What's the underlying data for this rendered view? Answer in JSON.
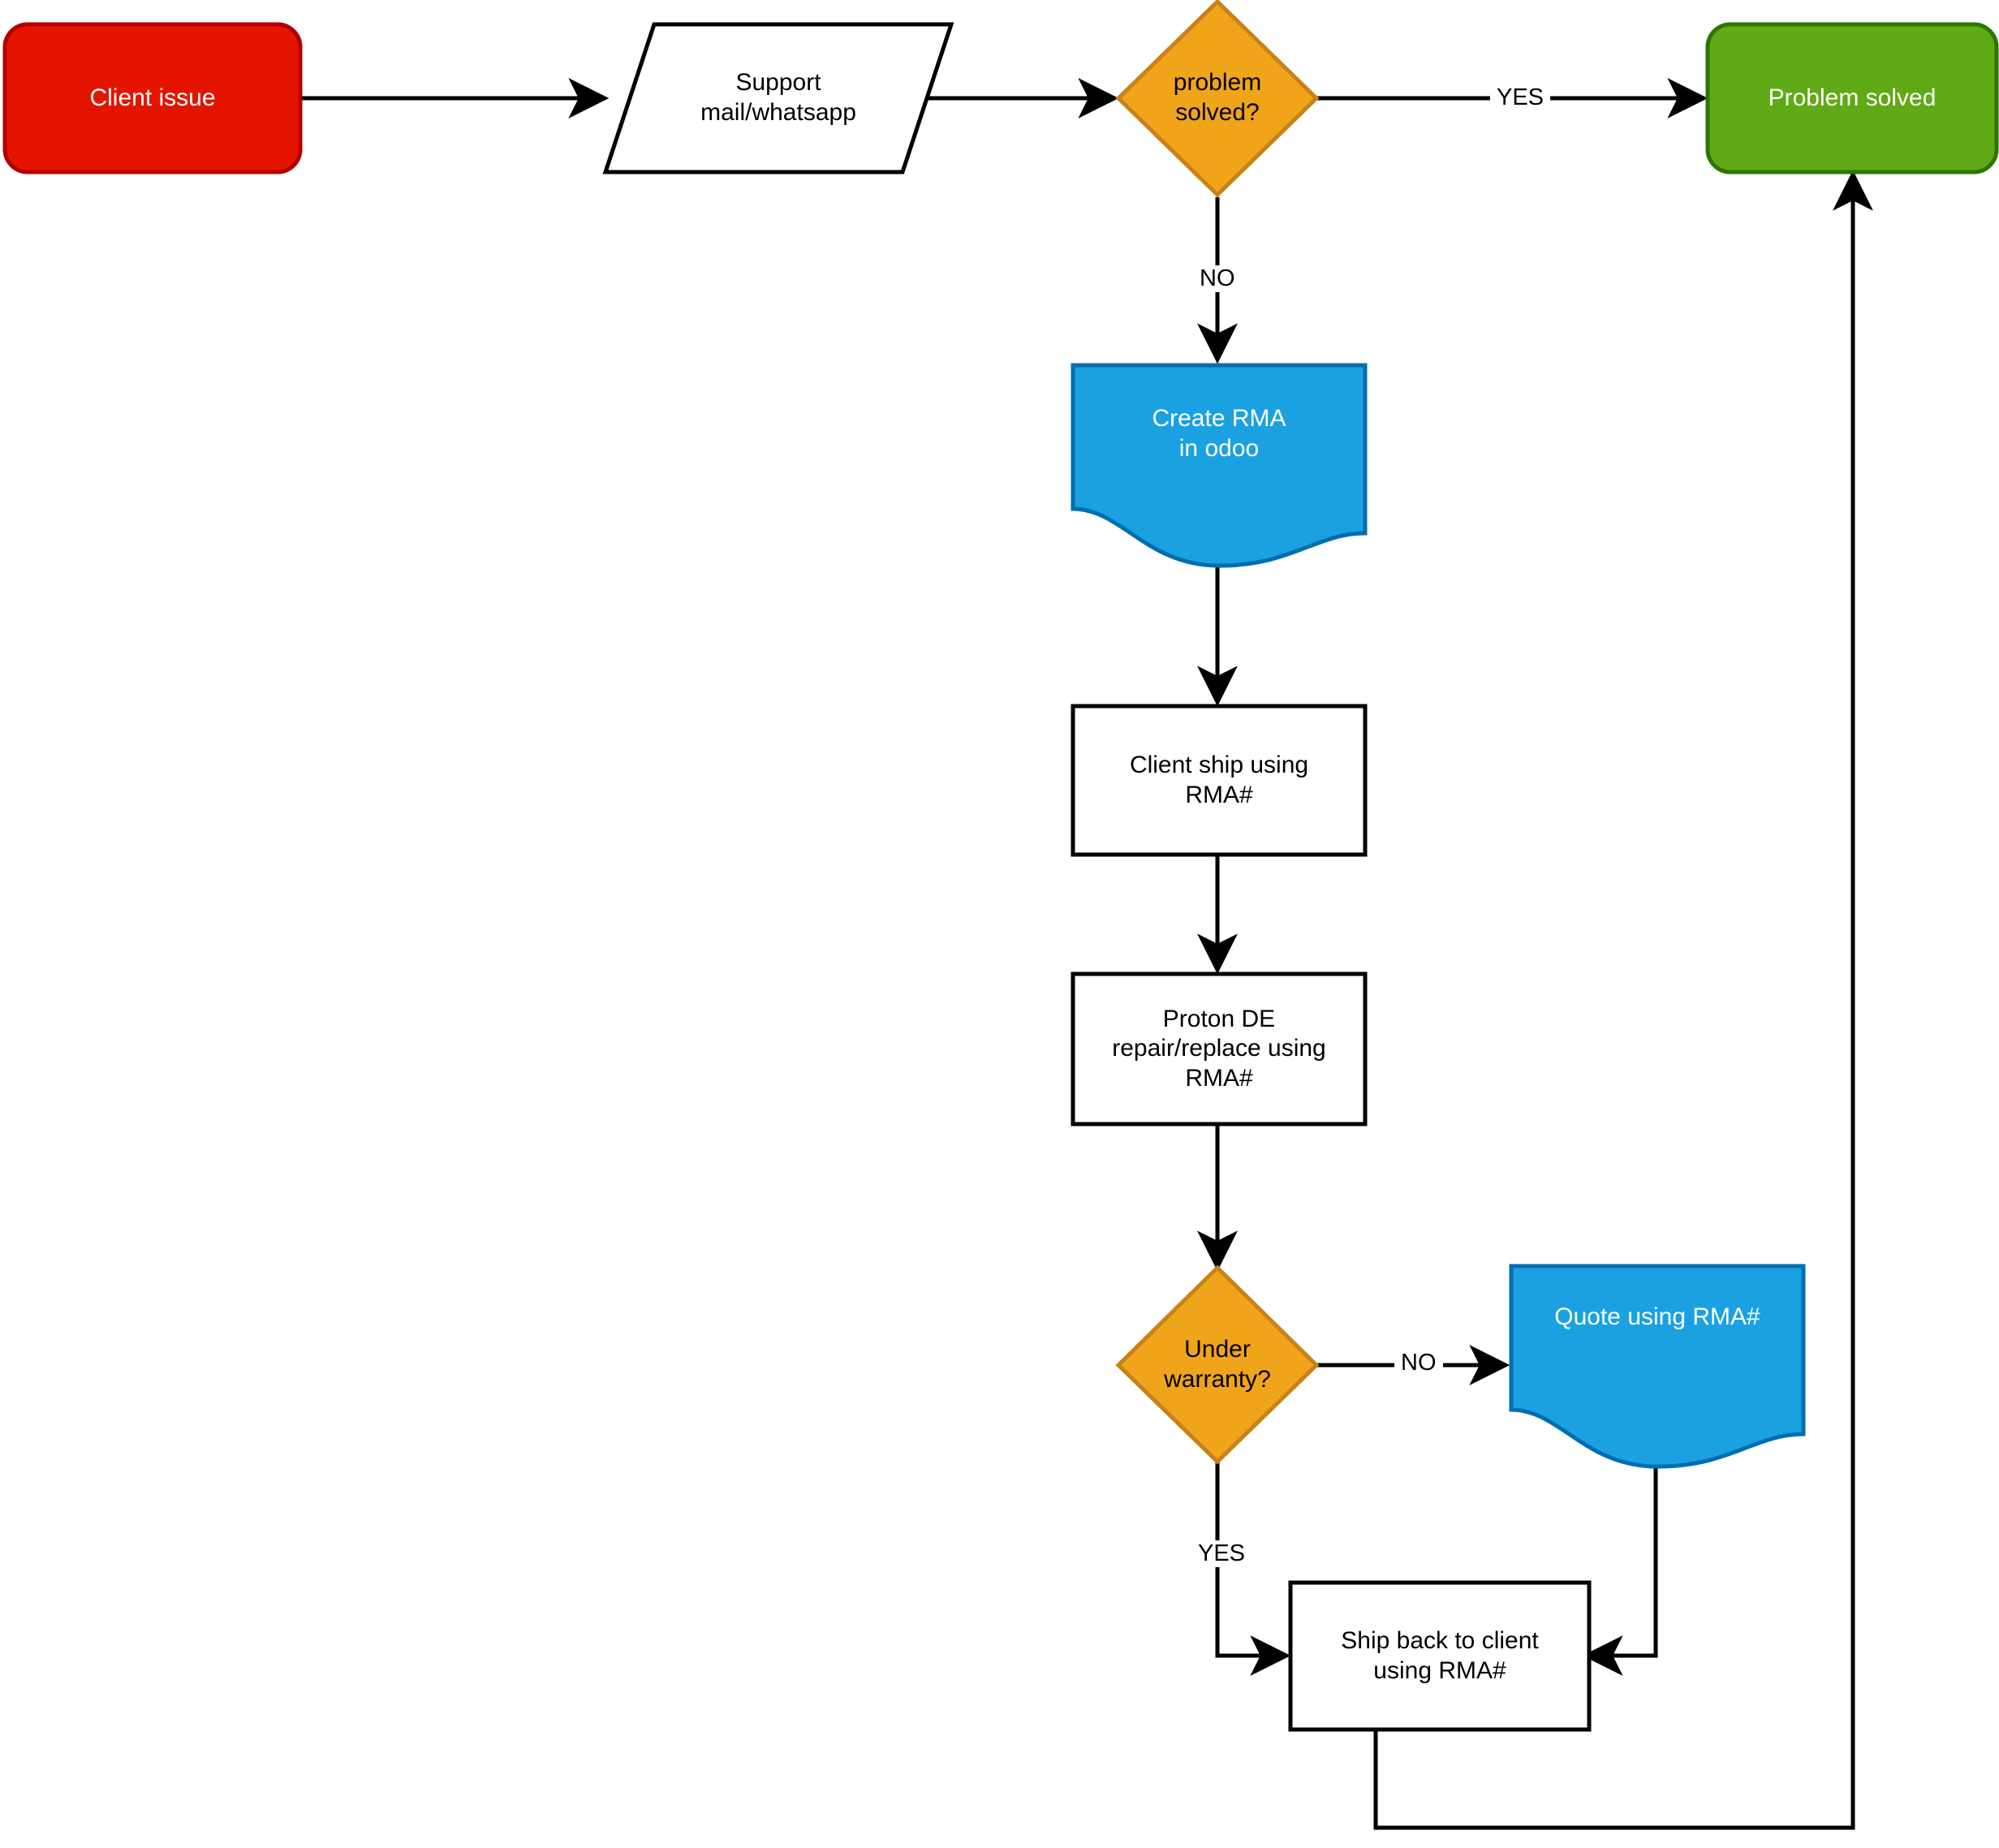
{
  "diagram": {
    "title": "RMA support process flowchart",
    "colors": {
      "start_red_fill": "#E51400",
      "start_red_stroke": "#B20000",
      "end_green_fill": "#60A917",
      "end_green_stroke": "#2D7600",
      "decision_orange_fill": "#EFA41A",
      "decision_orange_stroke": "#C7821A",
      "document_blue_fill": "#1BA1E2",
      "document_blue_stroke": "#006EAF",
      "process_white_fill": "#FFFFFF",
      "process_stroke": "#000000",
      "connector": "#000000",
      "background": "#FFFFFF"
    },
    "nodes": [
      {
        "id": "client-issue",
        "shape": "rounded-rect",
        "label": "Client issue",
        "text_color": "#FFFFFF"
      },
      {
        "id": "support-channel",
        "shape": "parallelogram",
        "label": "Support\nmail/whatsapp",
        "text_color": "#000000"
      },
      {
        "id": "problem-solved",
        "shape": "diamond",
        "label": "problem\nsolved?",
        "text_color": "#000000"
      },
      {
        "id": "problem-solved-end",
        "shape": "rounded-rect",
        "label": "Problem solved",
        "text_color": "#FFFFFF"
      },
      {
        "id": "create-rma",
        "shape": "document",
        "label": "Create RMA\nin odoo",
        "text_color": "#FFFFFF"
      },
      {
        "id": "client-ship",
        "shape": "rect",
        "label": "Client ship using\nRMA#",
        "text_color": "#000000"
      },
      {
        "id": "proton-repair",
        "shape": "rect",
        "label": "Proton DE\nrepair/replace using\nRMA#",
        "text_color": "#000000"
      },
      {
        "id": "under-warranty",
        "shape": "diamond",
        "label": "Under\nwarranty?",
        "text_color": "#000000"
      },
      {
        "id": "quote-rma",
        "shape": "document",
        "label": "Quote using RMA#",
        "text_color": "#FFFFFF"
      },
      {
        "id": "ship-back",
        "shape": "rect",
        "label": "Ship back to client\nusing RMA#",
        "text_color": "#000000"
      }
    ],
    "edges": [
      {
        "id": "e1",
        "from": "client-issue",
        "to": "support-channel",
        "label": ""
      },
      {
        "id": "e2",
        "from": "support-channel",
        "to": "problem-solved",
        "label": ""
      },
      {
        "id": "e3",
        "from": "problem-solved",
        "to": "problem-solved-end",
        "label": "YES"
      },
      {
        "id": "e4",
        "from": "problem-solved",
        "to": "create-rma",
        "label": "NO"
      },
      {
        "id": "e5",
        "from": "create-rma",
        "to": "client-ship",
        "label": ""
      },
      {
        "id": "e6",
        "from": "client-ship",
        "to": "proton-repair",
        "label": ""
      },
      {
        "id": "e7",
        "from": "proton-repair",
        "to": "under-warranty",
        "label": ""
      },
      {
        "id": "e8",
        "from": "under-warranty",
        "to": "quote-rma",
        "label": "NO"
      },
      {
        "id": "e9",
        "from": "under-warranty",
        "to": "ship-back",
        "label": "YES"
      },
      {
        "id": "e10",
        "from": "quote-rma",
        "to": "ship-back",
        "label": ""
      },
      {
        "id": "e11",
        "from": "ship-back",
        "to": "problem-solved-end",
        "label": ""
      }
    ]
  }
}
